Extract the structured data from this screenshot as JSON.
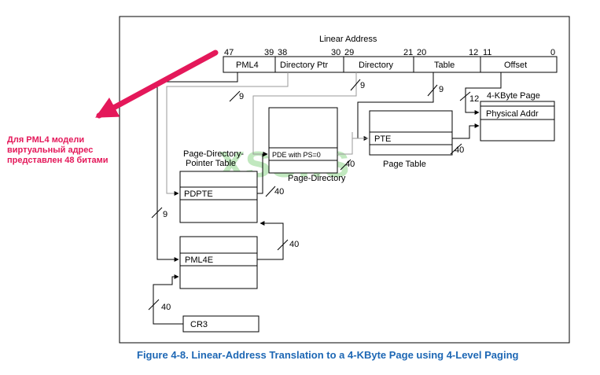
{
  "diagram": {
    "header": "Linear Address",
    "fields": [
      {
        "name": "PML4",
        "hi": "47",
        "lo": "39"
      },
      {
        "name": "Directory Ptr",
        "hi": "38",
        "lo": "30"
      },
      {
        "name": "Directory",
        "hi": "29",
        "lo": "21"
      },
      {
        "name": "Table",
        "hi": "20",
        "lo": "12"
      },
      {
        "name": "Offset",
        "hi": "11",
        "lo": "0"
      }
    ],
    "page_title": "4-KByte Page",
    "physical_addr": "Physical Addr",
    "pte": "PTE",
    "page_table": "Page Table",
    "pde": "PDE with PS=0",
    "page_directory": "Page-Directory",
    "pdpt_title_1": "Page-Directory-",
    "pdpt_title_2": "Pointer Table",
    "pdpte": "PDPTE",
    "pml4e": "PML4E",
    "cr3": "CR3",
    "widths": {
      "w9": "9",
      "w12": "12",
      "w40": "40"
    }
  },
  "annotation": {
    "lines": [
      "Для PML4 модели",
      "виртуальный адрес",
      "представлен 48 битами"
    ],
    "color": "#e4185a"
  },
  "watermark": "xss.is",
  "caption": "Figure 4-8.  Linear-Address Translation to a 4-KByte Page using 4-Level Paging"
}
